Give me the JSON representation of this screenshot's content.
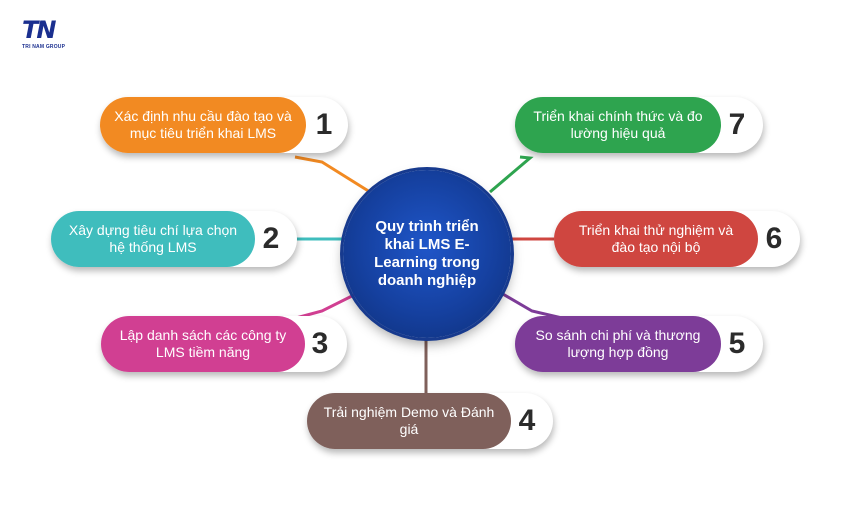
{
  "logo": {
    "mark": "TN",
    "subtitle": "TRI NAM GROUP"
  },
  "center": {
    "title": "Quy trình triển khai LMS E-Learning trong doanh nghiệp"
  },
  "steps": [
    {
      "number": "1",
      "label": "Xác định nhu cầu đào tạo và mục tiêu triển khai LMS",
      "color": "#f28a22"
    },
    {
      "number": "2",
      "label": "Xây dựng tiêu chí lựa chọn hệ thống LMS",
      "color": "#3fbdbd"
    },
    {
      "number": "3",
      "label": "Lập danh sách các công ty LMS tiềm năng",
      "color": "#d13f92"
    },
    {
      "number": "4",
      "label": "Trải nghiệm Demo và Đánh giá",
      "color": "#7f605b"
    },
    {
      "number": "5",
      "label": "So sánh chi phí và thương lượng hợp đồng",
      "color": "#7d3c98"
    },
    {
      "number": "6",
      "label": "Triển khai thử nghiệm và đào tạo nội bộ",
      "color": "#cf4640"
    },
    {
      "number": "7",
      "label": "Triển khai chính thức và đo lường hiệu quả",
      "color": "#2ea44f"
    }
  ]
}
